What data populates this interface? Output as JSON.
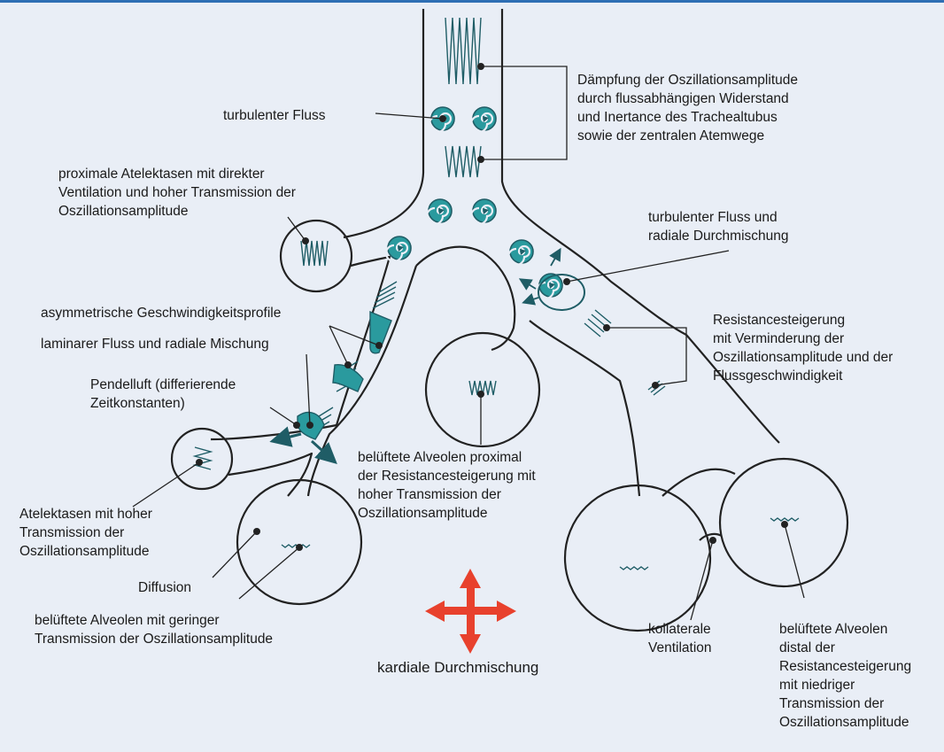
{
  "colors": {
    "background": "#e9eef6",
    "top_rule": "#2e6fb4",
    "airway_outline": "#222222",
    "teal": "#2a9a9e",
    "teal_dark": "#1f5d66",
    "arrow_red": "#e8412d"
  },
  "labels": {
    "daempfung": "Dämpfung der Oszillationsamplitude\ndurch flussabhängigen Widerstand\nund Inertance des Trachealtubus\nsowie der zentralen Atemwege",
    "turbulent_top": "turbulenter Fluss",
    "proximale_atelektasen": "proximale Atelektasen mit direkter\nVentilation und hoher Transmission der\nOszillationsamplitude",
    "turbulent_radial": "turbulenter Fluss und\nradiale Durchmischung",
    "asymmetrisch": "asymmetrische Geschwindigkeitsprofile",
    "laminar": "laminarer Fluss und radiale Mischung",
    "pendelluft": "Pendelluft (differierende\nZeitkonstanten)",
    "resistance": "Resistancesteigerung\nmit Verminderung der\nOszillationsamplitude und der\nFlussgeschwindigkeit",
    "atelektasen_hoch": "Atelektasen mit hoher\nTransmission der\nOszillationsamplitude",
    "belueftet_proximal": "belüftete Alveolen proximal\nder Resistancesteigerung mit\nhoher Transmission der\nOszillationsamplitude",
    "diffusion": "Diffusion",
    "belueftet_gering": "belüftete Alveolen mit geringer\nTransmission der Oszillationsamplitude",
    "kardial_1": "kardiale",
    "kardial_2": "Durchmischung",
    "kollateral": "kollaterale\nVentilation",
    "belueftet_distal": "belüftete Alveolen\ndistal der\nResistancesteigerung\nmit niedriger\nTransmission der\nOszillationsamplitude"
  }
}
